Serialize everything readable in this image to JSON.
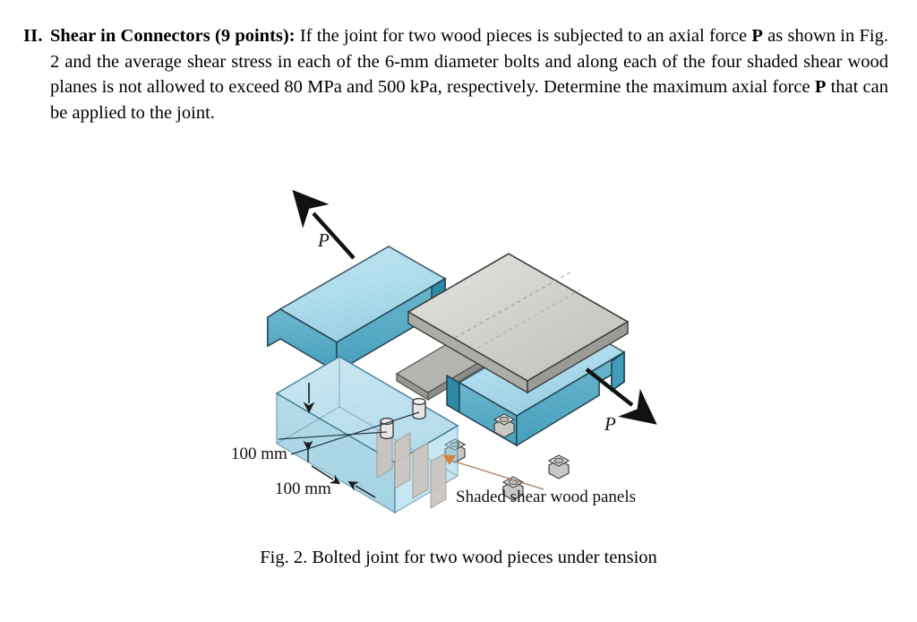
{
  "problem": {
    "marker": "II.",
    "title": "Shear in Connectors (9 points):",
    "text_part_1": " If the joint for two wood pieces is subjected to an axial force ",
    "bold_P_1": "P",
    "text_part_2": " as shown in Fig. 2 and the average shear stress in each of the 6-mm diameter bolts and along each of the four shaded shear wood planes is not allowed to exceed 80 MPa and 500 kPa, respectively.  Determine the maximum axial force ",
    "bold_P_2": "P",
    "text_part_3": " that can be applied to the joint."
  },
  "figure": {
    "caption": "Fig. 2. Bolted joint for two wood pieces under tension",
    "load_label_top": "P",
    "load_label_bottom": "P",
    "dimension_height": "100 mm",
    "dimension_width": "100 mm",
    "callout_label": "Shaded shear wood panels",
    "colors": {
      "wood_top_face": "#b9dcea",
      "wood_side_face": "#5fadc6",
      "wood_front_face": "#3f9cba",
      "wood_outline": "#1d3a47",
      "plate_top": "#d8d8d4",
      "plate_side": "#a9a9a4",
      "plate_outline": "#3d3d3d",
      "nut_face": "#e9e9e7",
      "nut_shadow": "#9a9a98",
      "glass_block": "#cfe8f2",
      "shear_panel": "#c6bfbb",
      "callout_line": "#a87a5e",
      "callout_arrow": "#d2833f",
      "arrow_black": "#111111"
    }
  }
}
